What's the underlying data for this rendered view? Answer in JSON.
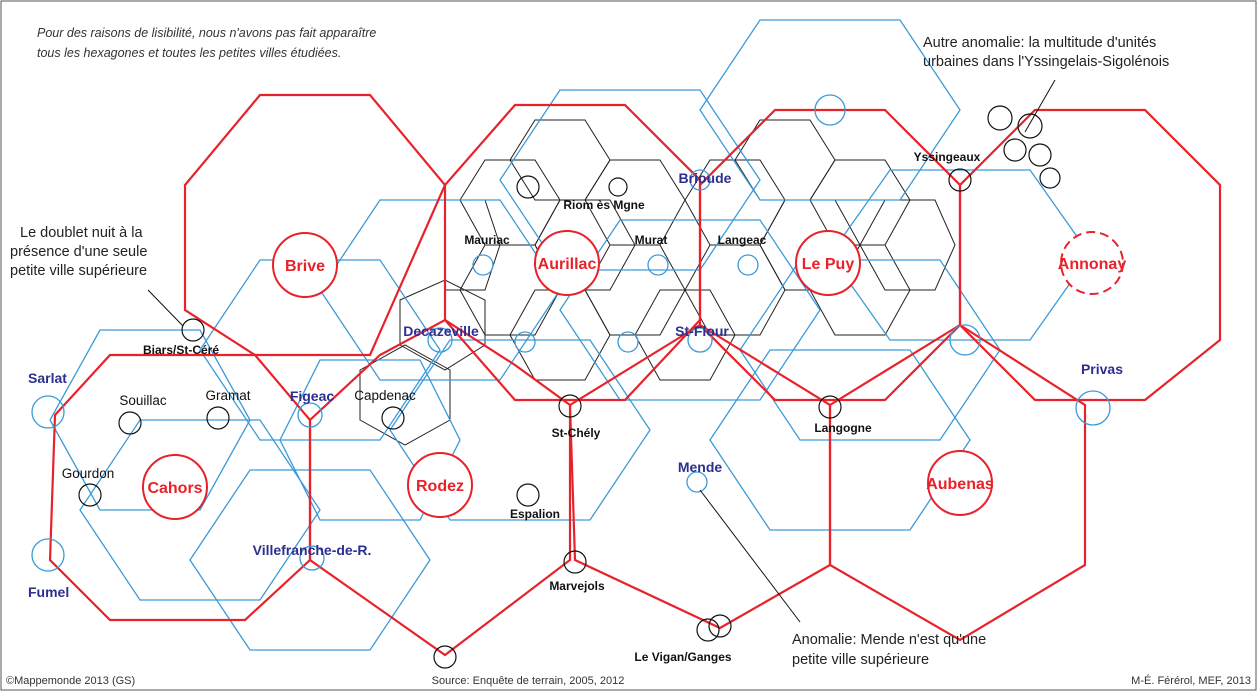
{
  "notes": {
    "top_left_line1": "Pour des raisons de lisibilité, nous n'avons pas fait apparaître",
    "top_left_line2": "tous les hexagones et toutes les petites villes étudiées.",
    "top_right_line1": "Autre anomalie: la multitude d'unités",
    "top_right_line2": "urbaines dans l'Yssingelais-Sigolénois",
    "left_line1": "Le doublet nuit à la",
    "left_line2": "présence d'une seule",
    "left_line3": "petite ville supérieure",
    "bottom_line1": "Anomalie: Mende n'est qu'une",
    "bottom_line2": "petite ville supérieure"
  },
  "footer": {
    "copyright": "©Mappemonde 2013 (GS)",
    "source": "Source: Enquête de terrain, 2005, 2012",
    "author": "M-É. Férérol, MEF, 2013"
  },
  "labels": {
    "brive": "Brive",
    "aurillac": "Aurillac",
    "le_puy": "Le Puy",
    "annonay": "Annonay",
    "cahors": "Cahors",
    "rodez": "Rodez",
    "aubenas": "Aubenas",
    "brioude": "Brioude",
    "decazeville": "Decazeville",
    "st_flour": "St-Flour",
    "sarlat": "Sarlat",
    "figeac": "Figeac",
    "privas": "Privas",
    "mende": "Mende",
    "villefranche": "Villefranche-de-R.",
    "fumel": "Fumel",
    "riom": "Riom ès Mgne",
    "mauriac": "Mauriac",
    "murat": "Murat",
    "langeac": "Langeac",
    "yssingeaux": "Yssingeaux",
    "biars": "Biars/St-Céré",
    "st_chely": "St-Chély",
    "langogne": "Langogne",
    "espalion": "Espalion",
    "marvejols": "Marvejols",
    "le_vigan": "Le Vigan/Ganges",
    "souillac": "Souillac",
    "gramat": "Gramat",
    "capdenac": "Capdenac",
    "gourdon": "Gourdon"
  },
  "colors": {
    "red": "#e8222a",
    "blue_text": "#2b2f8f",
    "blue_line": "#3a9ad9"
  }
}
